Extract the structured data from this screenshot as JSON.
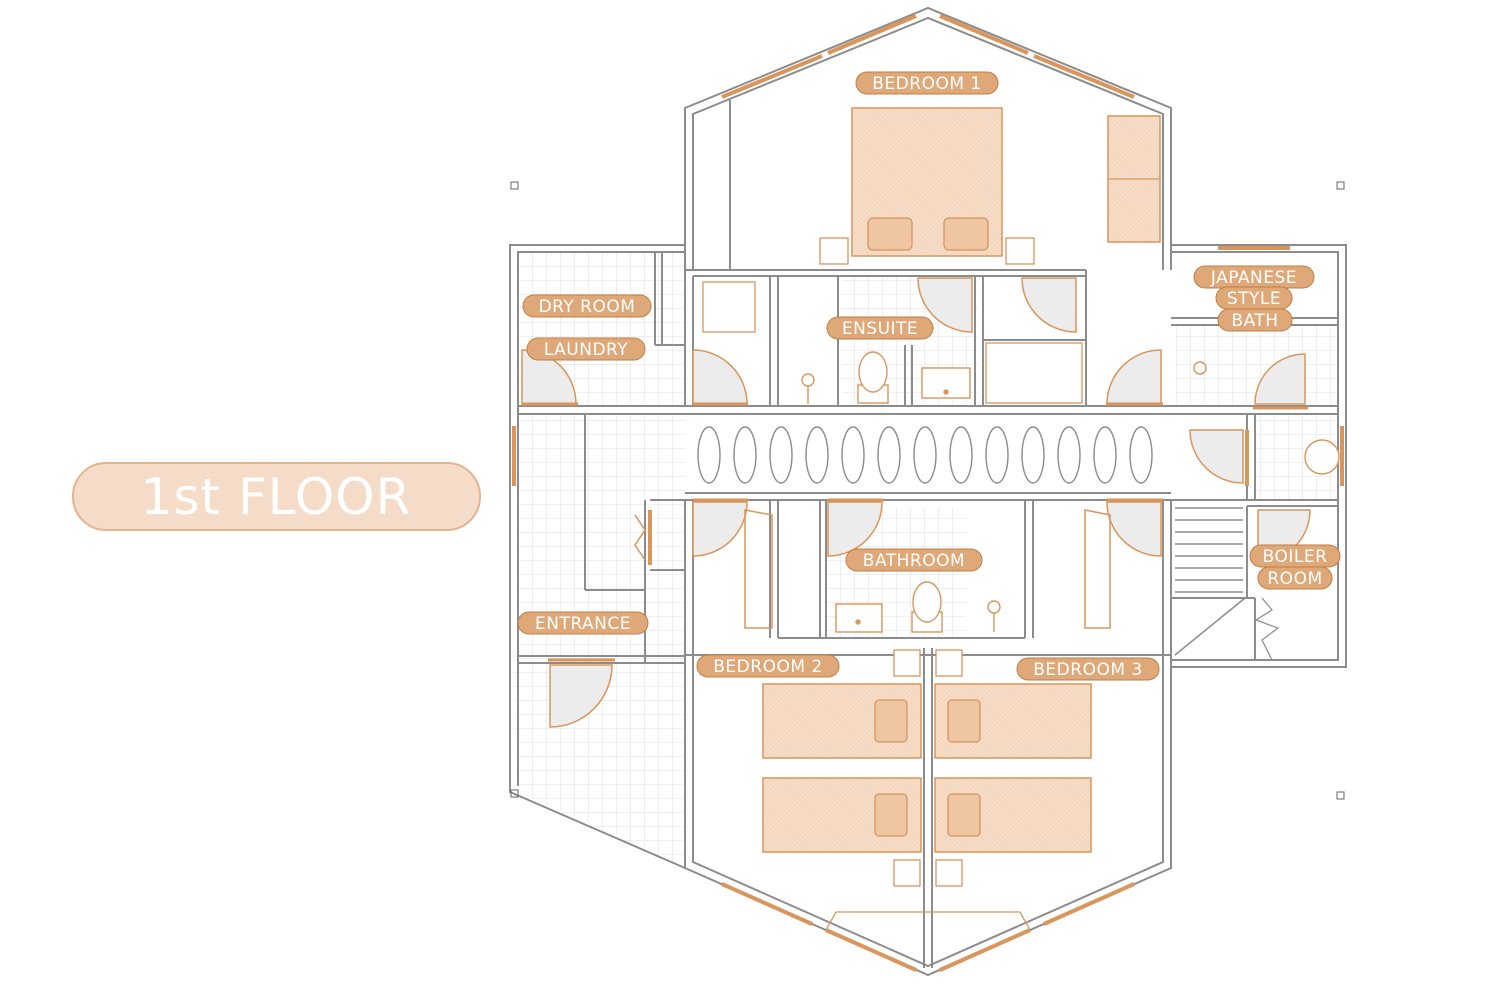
{
  "plan_title": "1st FLOOR",
  "rooms": {
    "bedroom1": "BEDROOM 1",
    "dry_room": "DRY ROOM",
    "laundry": "LAUNDRY",
    "ensuite": "ENSUITE",
    "japanese1": "JAPANESE",
    "japanese2": "STYLE",
    "japanese3": "BATH",
    "bathroom": "BATHROOM",
    "boiler1": "BOILER",
    "boiler2": "ROOM",
    "entrance": "ENTRANCE",
    "bedroom2": "BEDROOM 2",
    "bedroom3": "BEDROOM 3"
  },
  "colors": {
    "accent": "#d9955a",
    "label_fill": "#dfa879",
    "furniture_fill": "#f6dcc6",
    "wall": "#8c8c8c",
    "grid": "#d6d6d6",
    "door_fill": "#ececec"
  }
}
